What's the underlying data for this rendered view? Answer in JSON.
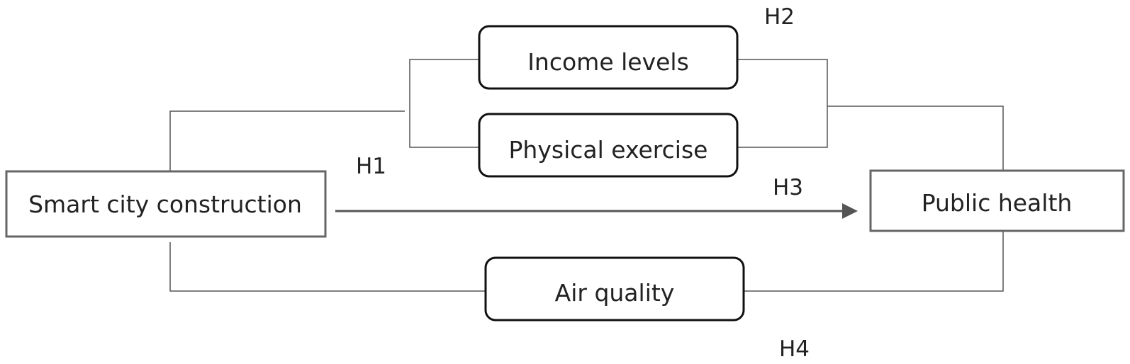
{
  "nodes": {
    "smart_city": "Smart city construction",
    "public_health": "Public health",
    "income": "Income levels",
    "exercise": "Physical exercise",
    "air": "Air quality"
  },
  "hypotheses": {
    "h1": "H1",
    "h2": "H2",
    "h3": "H3",
    "h4": "H4"
  }
}
